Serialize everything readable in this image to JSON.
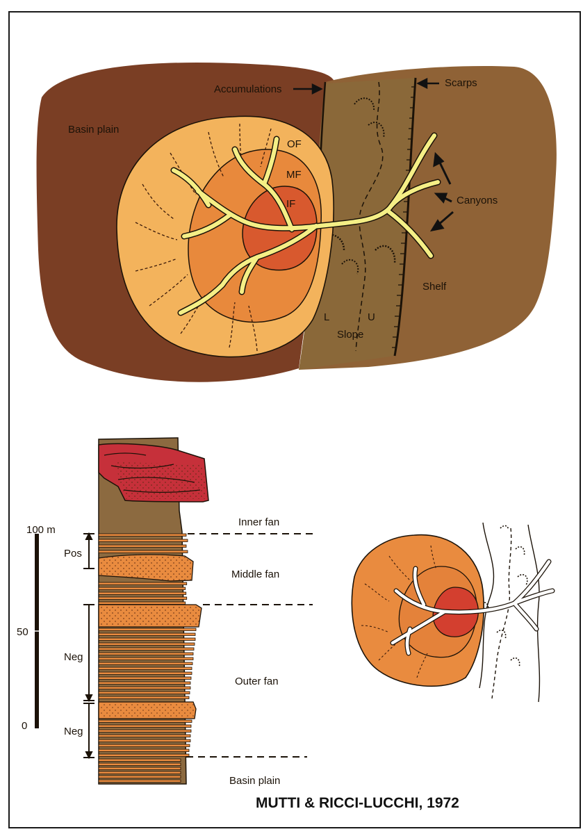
{
  "colors": {
    "basin": "#7a3e24",
    "shelf": "#8f6236",
    "slope": "#8a6a3a",
    "outer_fan": "#f3b35c",
    "middle_fan": "#e8893c",
    "inner_fan": "#d8592e",
    "channels": "#f5ef86",
    "column_brown": "#8c6a40",
    "column_orange": "#e98b3f",
    "column_red": "#c6303a"
  },
  "map": {
    "basin_plain": "Basin plain",
    "accumulations": "Accumulations",
    "scarps": "Scarps",
    "of": "OF",
    "mf": "MF",
    "if": "IF",
    "canyons": "Canyons",
    "shelf": "Shelf",
    "slope": "Slope",
    "slope_lower": "L",
    "slope_upper": "U"
  },
  "section": {
    "scale_top": "100 m",
    "scale_mid": "50",
    "scale_bottom": "0",
    "pos": "Pos",
    "neg_upper": "Neg",
    "neg_lower": "Neg",
    "inner_fan": "Inner fan",
    "middle_fan": "Middle fan",
    "outer_fan": "Outer fan",
    "basin_plain": "Basin plain"
  },
  "credit": "MUTTI & RICCI-LUCCHI, 1972"
}
